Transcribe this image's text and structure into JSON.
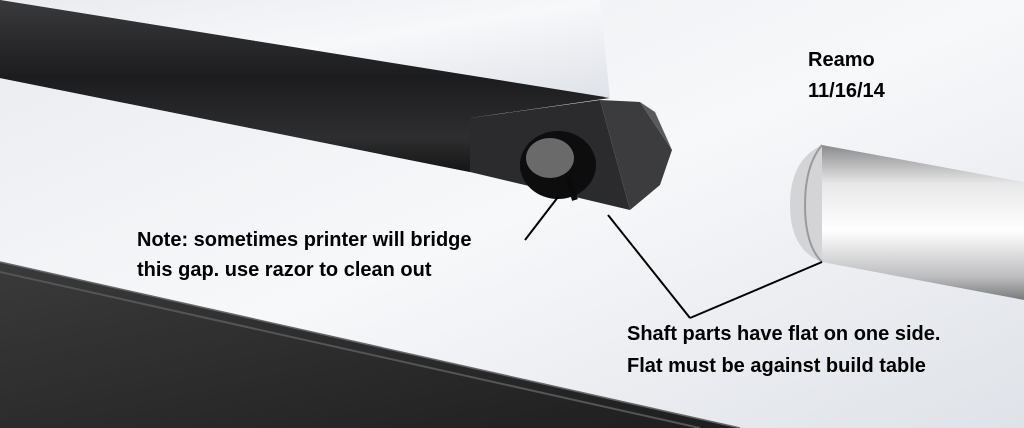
{
  "author": {
    "name": "Reamo",
    "date": "11/16/14"
  },
  "notes": {
    "gap_note": [
      "Note: sometimes printer will bridge",
      "this gap. use razor to clean out"
    ],
    "shaft_note": [
      "Shaft parts have flat on one side.",
      "Flat must be against build table"
    ]
  },
  "colors": {
    "background": "#f2f3f6",
    "shaft": "#2a2a2c",
    "pin": "#d8d8d8",
    "plate": "#333333"
  }
}
